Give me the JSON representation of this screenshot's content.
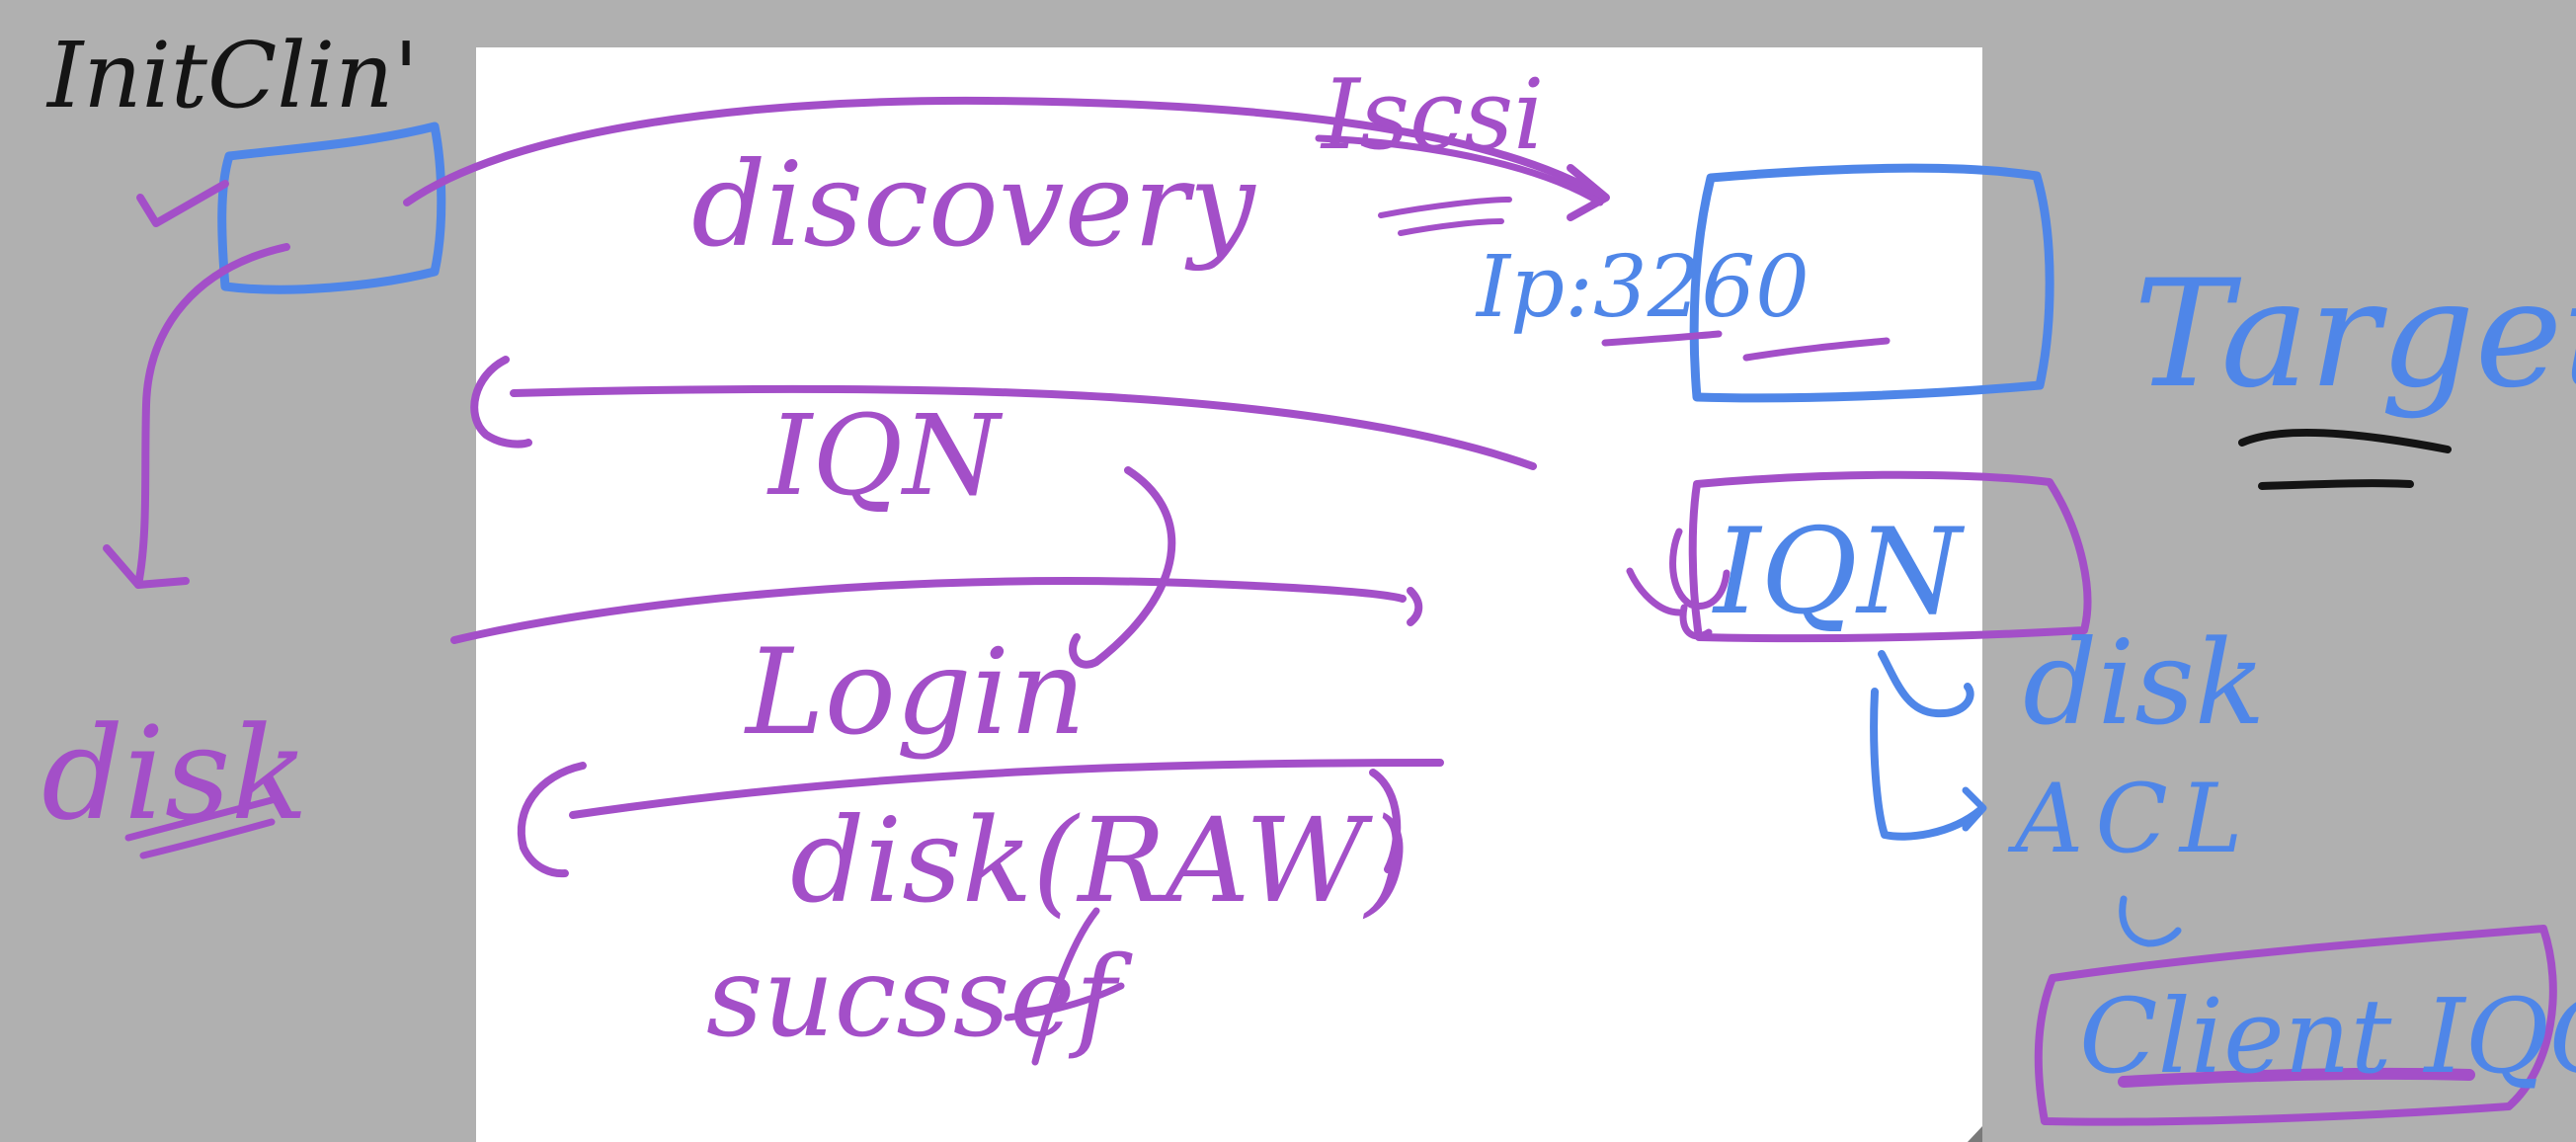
{
  "colors": {
    "background": "#b0b0b0",
    "sheet": "#ffffff",
    "purple": "#a34fc8",
    "blue": "#4f86e8",
    "black": "#141414"
  },
  "labels": {
    "initiator": "InitClin'",
    "iscsi": "Iscsi",
    "discovery": "discovery",
    "ip": "Ip:3260",
    "target": "Target",
    "iqn_left": "IQN",
    "iqn_right": "IQN",
    "login": "Login",
    "disk_raw": "disk(RAW)",
    "success": "sucssef",
    "disk_left": "disk",
    "disk_right": "disk",
    "acl": "ACL",
    "client_iqn": "Client IQC"
  }
}
